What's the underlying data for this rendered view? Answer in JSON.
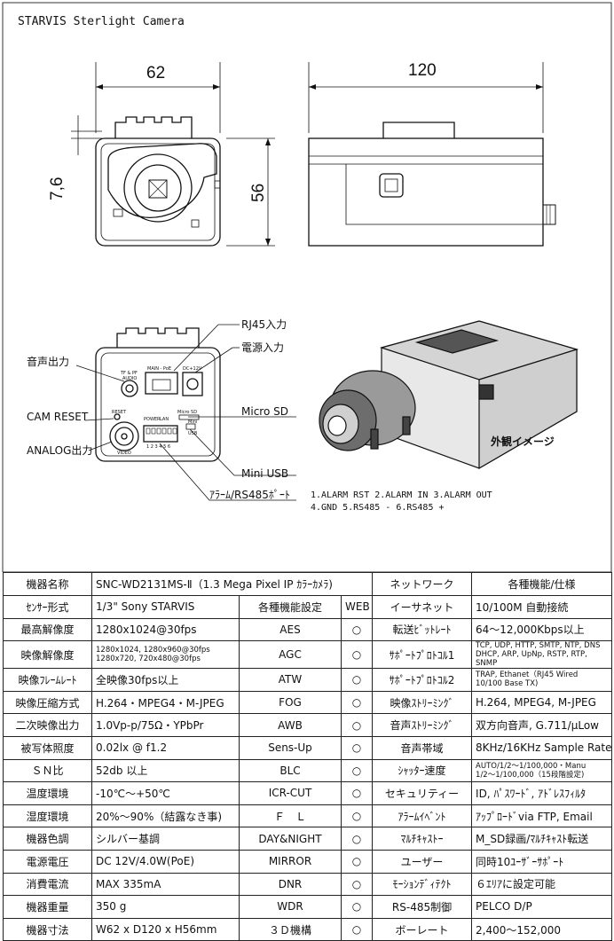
{
  "title": "STARVIS Sterlight Camera",
  "drawing": {
    "dim_width": "62",
    "dim_length": "120",
    "dim_lens_offset": "7,6",
    "dim_height": "56",
    "labels": {
      "rj45": "RJ45入力",
      "power": "電源入力",
      "audio_out": "音声出力",
      "cam_reset": "CAM RESET",
      "micro_sd": "Micro SD",
      "analog_out": "ANALOG出力",
      "mini_usb": "Mini USB",
      "alarm_rs485": "ｱﾗｰﾑ/RS485ﾎﾟｰﾄ",
      "exterior": "外観イメージ"
    },
    "pin_notes": [
      "1.ALARM RST  2.ALARM IN  3.ALARM OUT",
      "4.GND  5.RS485 -  6.RS485 +"
    ],
    "panel_marks": {
      "tf": "TF & PF",
      "audio": "AUDIO",
      "lan_poe": "MAIN - PoE",
      "dc": "DC+12V",
      "reset": "RESET",
      "power": "POWER",
      "lan": "LAN",
      "microsd": "Micro SD",
      "mini": "Mini",
      "usb": "USB",
      "video": "VIDEO",
      "pins": "1 2 3 4 5 6"
    }
  },
  "spec_table": {
    "rows": [
      [
        "機器名称",
        "SNC-WD2131MS-Ⅱ（1.3 Mega Pixel IP ｶﾗｰｶﾒﾗ)",
        "",
        "",
        "ネットワーク",
        "各種機能/仕様"
      ],
      [
        "ｾﾝｻｰ形式",
        "1/3\"  Sony STARVIS",
        "各種機能設定",
        "WEB",
        "イーサネット",
        "10/100M 自動接続"
      ],
      [
        "最高解像度",
        "1280x1024@30fps",
        "AES",
        "○",
        "転送ﾋﾞｯﾄﾚｰﾄ",
        "64～12,000Kbps以上"
      ],
      [
        "映像解像度",
        "1280x1024, 1280x960@30fps\n1280x720, 720x480@30fps",
        "AGC",
        "○",
        "ｻﾎﾟｰﾄﾌﾟﾛﾄｺﾙ1",
        "TCP, UDP, HTTP, SMTP, NTP, DNS\nDHCP, ARP, UpNp, RSTP, RTP, SNMP"
      ],
      [
        "映像ﾌﾚｰﾑﾚｰﾄ",
        "全映像30fps以上",
        "ATW",
        "○",
        "ｻﾎﾟｰﾄﾌﾟﾛﾄｺﾙ2",
        "TRAP, Ethanet（RJ45 Wired\n10/100 Base TX)"
      ],
      [
        "映像圧縮方式",
        "H.264・MPEG4・M-JPEG",
        "FOG",
        "○",
        "映像ｽﾄﾘｰﾐﾝｸﾞ",
        "H.264, MPEG4, M-JPEG"
      ],
      [
        "二次映像出力",
        "1.0Vp-p/75Ω・YPbPr",
        "AWB",
        "○",
        "音声ｽﾄﾘｰﾐﾝｸﾞ",
        "双方向音声, G.711/μLow"
      ],
      [
        "被写体照度",
        "0.02lx @ f1.2",
        "Sens-Up",
        "○",
        "音声帯域",
        "8KHz/16KHz Sample Rate"
      ],
      [
        "ＳＮ比",
        "52db 以上",
        "BLC",
        "○",
        "ｼｬｯﾀｰ速度",
        "AUTO/1/2～1/100,000・Manu\n1/2～1/100,000（15段階設定)"
      ],
      [
        "温度環境",
        "-10℃～+50℃",
        "ICR-CUT",
        "○",
        "セキュリティー",
        "ID, ﾊﾟｽﾜｰﾄﾞ, ｱﾄﾞﾚｽﾌｨﾙﾀ"
      ],
      [
        "湿度環境",
        "20%～90%（結露なき事)",
        "Ｆ　Ｌ",
        "○",
        "ｱﾗｰﾑｲﾍﾞﾝﾄ",
        "ｱｯﾌﾟﾛｰﾄﾞvia FTP, Email"
      ],
      [
        "機器色調",
        "シルバー基調",
        "DAY&NIGHT",
        "○",
        "ﾏﾙﾁｷｬｽﾄｰ",
        "M_SD録画/ﾏﾙﾁｷｬｽﾄ転送"
      ],
      [
        "電源電圧",
        "DC 12V/4.0W(PoE)",
        "MIRROR",
        "○",
        "ユーザー",
        "同時10ﾕｰｻﾞｰｻﾎﾟｰﾄ"
      ],
      [
        "消費電流",
        "MAX 335mA",
        "DNR",
        "○",
        "ﾓｰｼｮﾝﾃﾞｨﾃｸﾄ",
        "６ｴﾘｱに設定可能"
      ],
      [
        "機器重量",
        "350 g",
        "WDR",
        "○",
        "RS-485制御",
        "PELCO D/P"
      ],
      [
        "機器寸法",
        "W62 x D120 x H56mm",
        "３Ｄ機構",
        "○",
        "ボーレート",
        "2,400～152,000"
      ]
    ]
  }
}
